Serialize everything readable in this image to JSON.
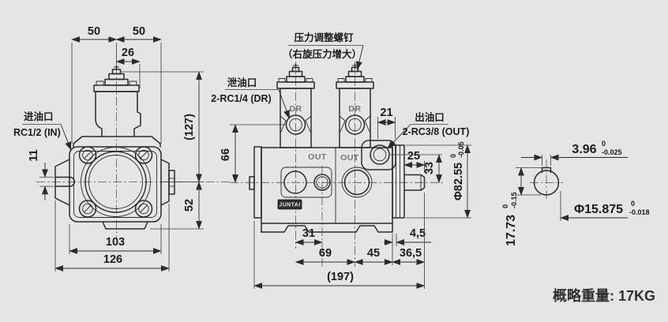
{
  "colors": {
    "background": "#e5e5e5",
    "line": "#2b2b2b",
    "text": "#1c1c1c",
    "badge": "#2f2f2f"
  },
  "front_view": {
    "dim_50_left": "50",
    "dim_50_right": "50",
    "dim_26": "26",
    "dim_127": "(127)",
    "dim_11": "11",
    "dim_52": "52",
    "dim_103": "103",
    "dim_126": "126",
    "inlet_port_cn": "进油口",
    "inlet_port_spec": "RC1/2 (IN)"
  },
  "side_view": {
    "pressure_screw_cn": "压力调整螺钉",
    "pressure_screw_note": "（右旋压力增大）",
    "drain_port_cn": "泄油口",
    "drain_port_spec": "2-RC1/4 (DR)",
    "outlet_port_cn": "出油口",
    "outlet_port_spec": "2-RC3/8 (OUT)",
    "mark_dr_1": "DR",
    "mark_dr_2": "DR",
    "mark_out_1": "OUT",
    "mark_out_2": "OUT",
    "brand": "JUNTAI",
    "dim_21": "21",
    "dim_66": "66",
    "dim_25": "25",
    "dim_33": "33",
    "dim_82_55": "Φ82.55",
    "dim_82_55_tol_upper": "0",
    "dim_82_55_tol_lower": "-0.05",
    "dim_31": "31",
    "dim_4_5": "4,5",
    "dim_69": "69",
    "dim_45": "45",
    "dim_36_5": "36,5",
    "dim_197": "(197)"
  },
  "shaft_detail": {
    "key_width": "3.96",
    "key_width_tol_upper": "0",
    "key_width_tol_lower": "-0.025",
    "shaft_dia": "Φ15.875",
    "shaft_dia_tol_upper": "0",
    "shaft_dia_tol_lower": "-0.018",
    "key_height": "17.73",
    "key_height_tol_upper": "0",
    "key_height_tol_lower": "-0.15"
  },
  "footer": {
    "weight_note": "概略重量: 17KG"
  }
}
